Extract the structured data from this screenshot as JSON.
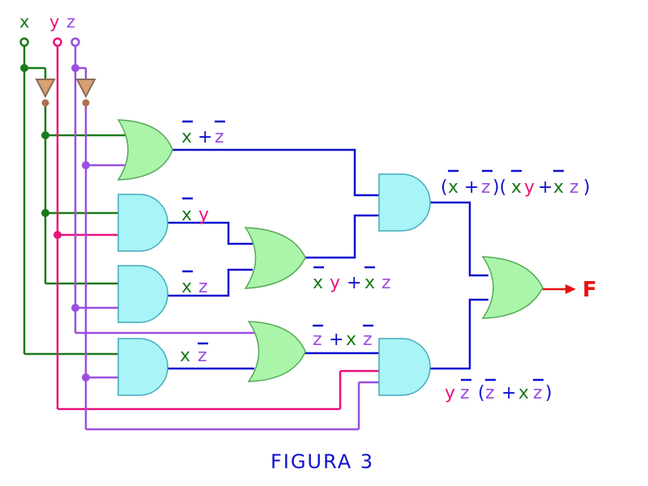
{
  "colors": {
    "x": "#1a7a1a",
    "y": "#e8127a",
    "z": "#9b4fe0",
    "wire": "#1010d0",
    "gate_green": "#aaf5aa",
    "gate_cyan": "#a8f4f6",
    "not_gate": "#d8a070",
    "output": "#e81010",
    "text_blue": "#1010d0"
  },
  "inputs": {
    "x": "x",
    "y": "y",
    "z": "z"
  },
  "labels": {
    "or1": {
      "a": "x",
      "op": "+",
      "b": "z"
    },
    "and_xy": {
      "a": "x",
      "b": "y"
    },
    "and_xz": {
      "a": "x",
      "b": "z"
    },
    "and_xzb": {
      "a": "x",
      "b": "z"
    },
    "or_mid": {
      "a": "x",
      "b": "y",
      "op": "+",
      "c": "x",
      "d": "z"
    },
    "or_low": {
      "a": "z",
      "op": "+",
      "b": "x",
      "c": "z"
    },
    "and_top": {
      "p1": "(",
      "a": "x",
      "op1": "+",
      "b": "z",
      "p2": ")(",
      "c": "x",
      "d": "y",
      "op2": "+",
      "e": "x",
      "f": "z",
      "p3": ")"
    },
    "and_bot": {
      "a": "y",
      "b": "z",
      "p1": "(",
      "c": "z",
      "op": "+",
      "d": "x",
      "e": "z",
      "p2": ")"
    }
  },
  "output": "F",
  "caption": "FIGURA 3"
}
